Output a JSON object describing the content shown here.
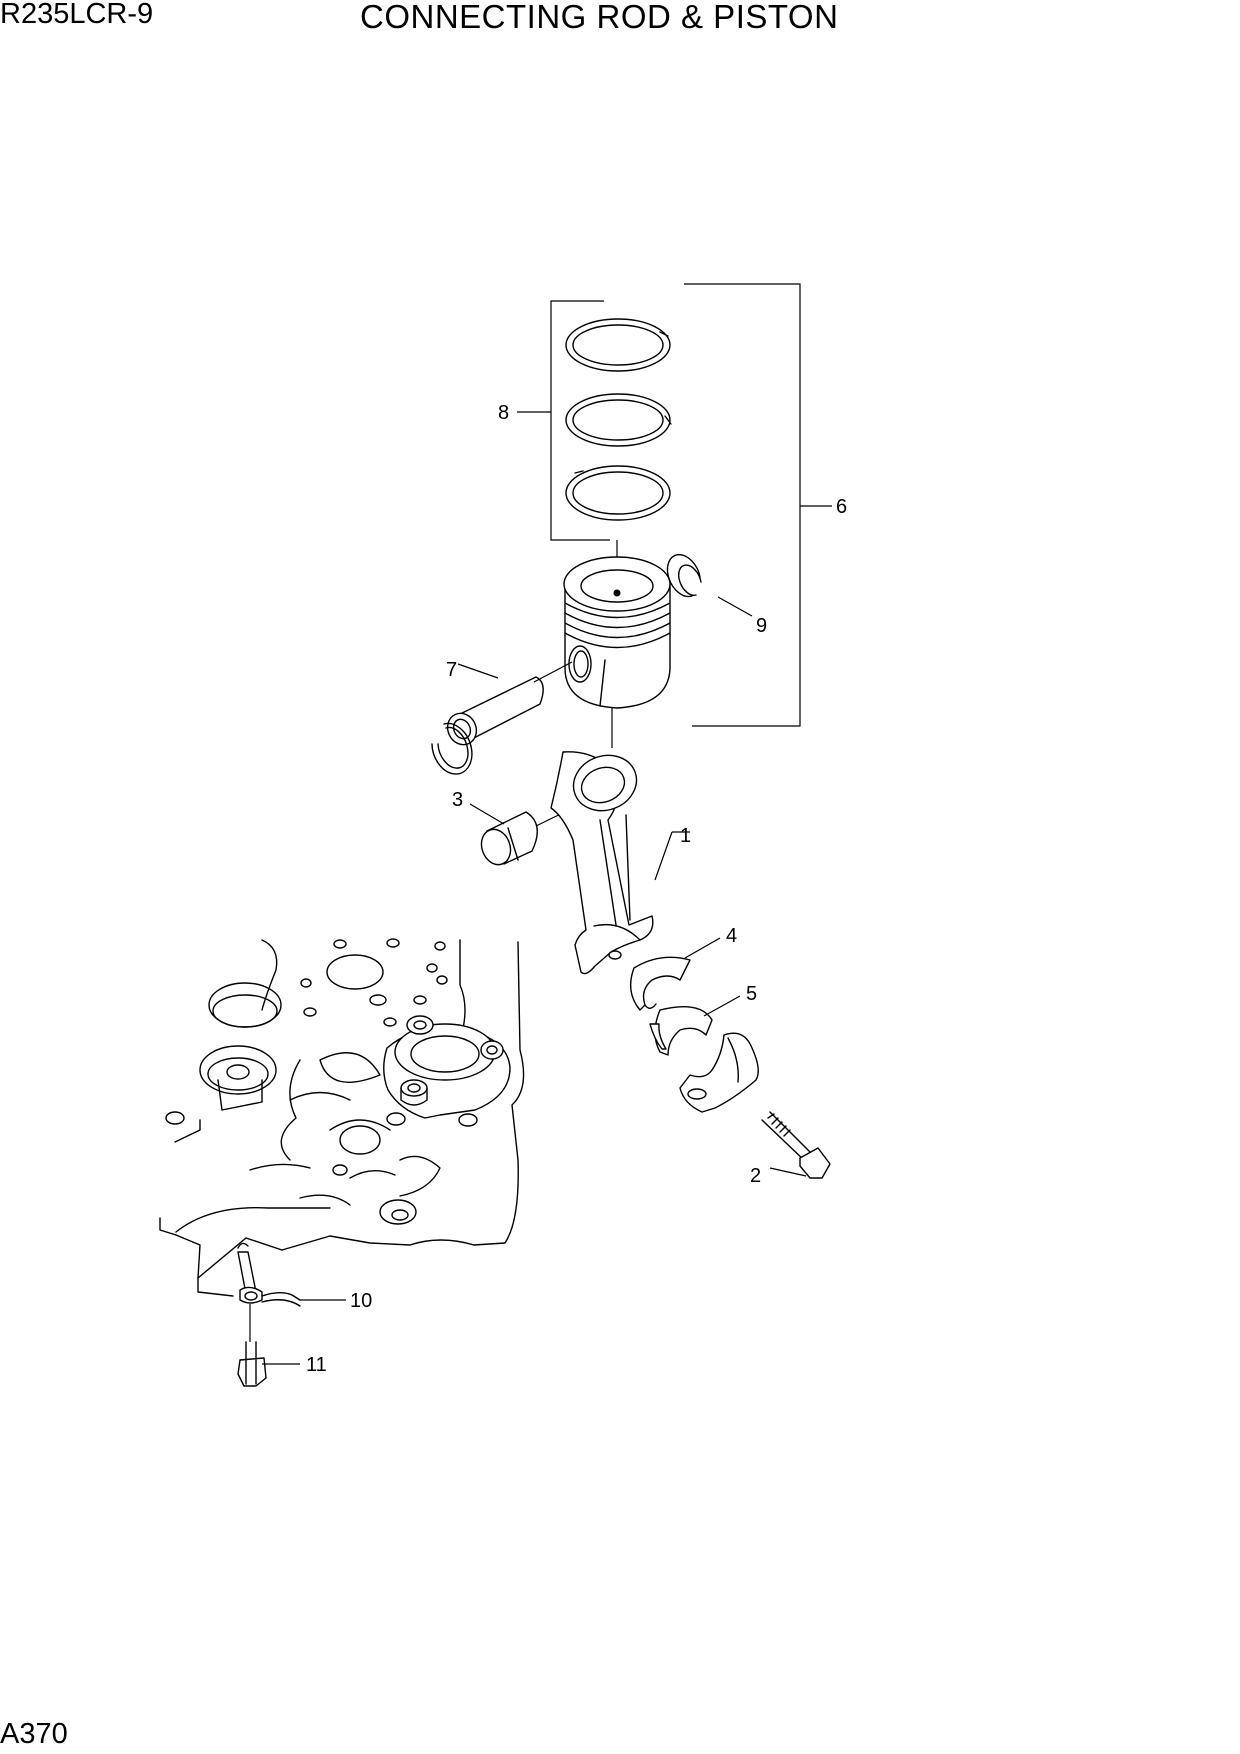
{
  "header": {
    "model": "R235LCR-9",
    "title": "CONNECTING ROD & PISTON"
  },
  "footer": {
    "page_code": "A370"
  },
  "callouts": {
    "c1": "1",
    "c2": "2",
    "c3": "3",
    "c4": "4",
    "c5": "5",
    "c6": "6",
    "c7": "7",
    "c8": "8",
    "c9": "9",
    "c10": "10",
    "c11": "11"
  }
}
